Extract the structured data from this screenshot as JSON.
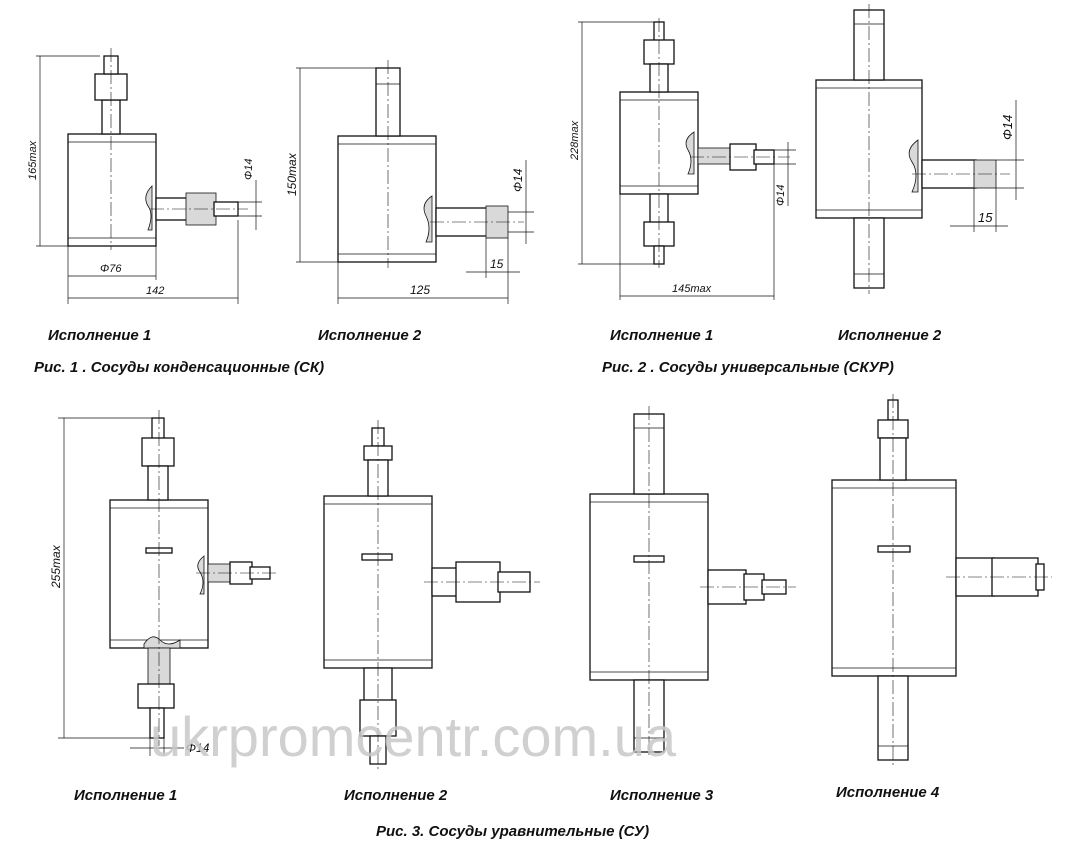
{
  "figures": {
    "fig1": {
      "caption": "Рис. 1 . Сосуды конденсационные (СК)",
      "variants": [
        "Исполнение 1",
        "Исполнение 2"
      ],
      "dims": {
        "height_v1": "165max",
        "diameter_v1": "Φ76",
        "width_v1": "142",
        "tube_v1": "Φ14",
        "height_v2": "150max",
        "width_v2": "125",
        "tube_v2": "Φ14",
        "offset_v2": "15"
      }
    },
    "fig2": {
      "caption": "Рис. 2 . Сосуды универсальные (СКУР)",
      "variants": [
        "Исполнение 1",
        "Исполнение 2"
      ],
      "dims": {
        "height_v1": "228max",
        "width_v1": "145max",
        "tube_v1": "Φ14",
        "tube_v2": "Φ14",
        "offset_v2": "15"
      }
    },
    "fig3": {
      "caption": "Рис. 3. Сосуды уравнительные (СУ)",
      "variants": [
        "Исполнение 1",
        "Исполнение 2",
        "Исполнение 3",
        "Исполнение 4"
      ],
      "dims": {
        "height_v1": "255max",
        "tube_v1": "Φ14"
      }
    }
  },
  "watermark": "ukrpromcentr.com.ua"
}
